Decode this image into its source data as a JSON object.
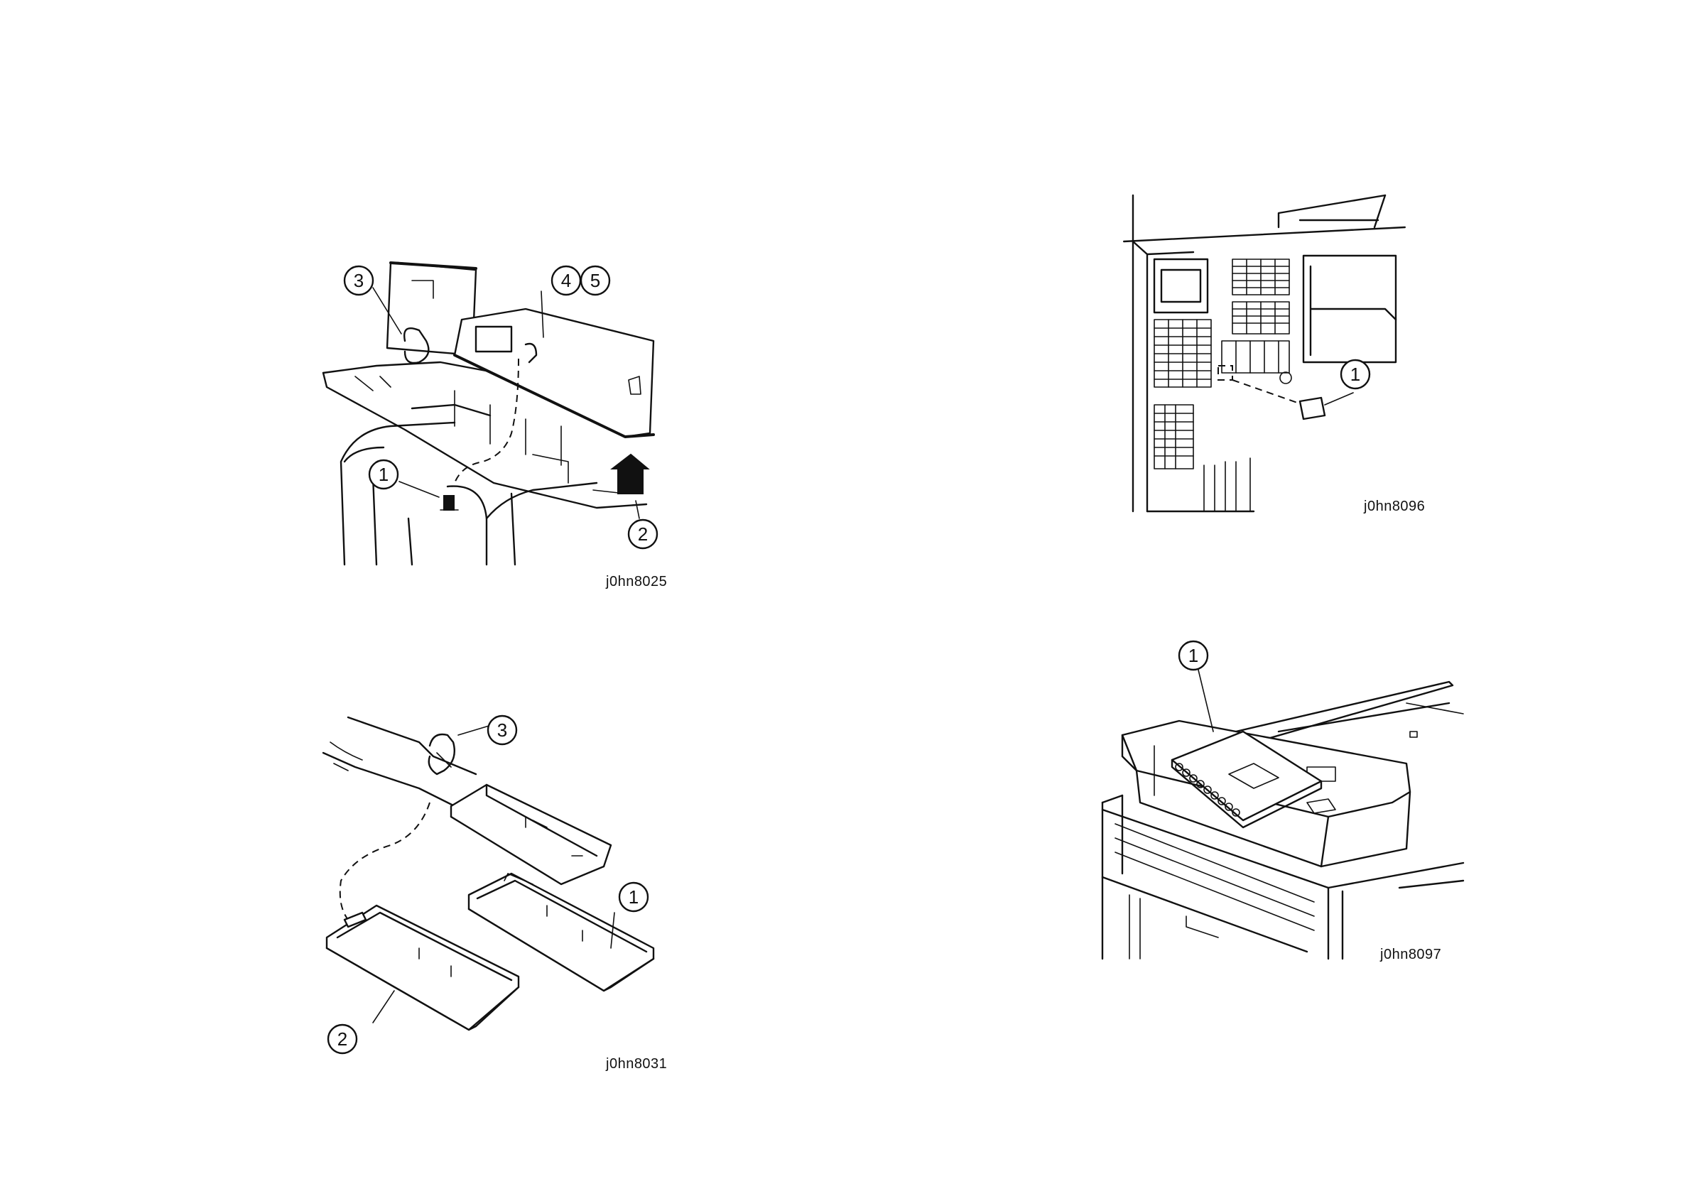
{
  "figures": [
    {
      "id_label": "j0hn8025",
      "callouts": [
        "3",
        "4",
        "5",
        "1",
        "2"
      ]
    },
    {
      "id_label": "j0hn8096",
      "callouts": [
        "1"
      ]
    },
    {
      "id_label": "j0hn8031",
      "callouts": [
        "3",
        "1",
        "2"
      ]
    },
    {
      "id_label": "j0hn8097",
      "callouts": [
        "1"
      ]
    }
  ]
}
